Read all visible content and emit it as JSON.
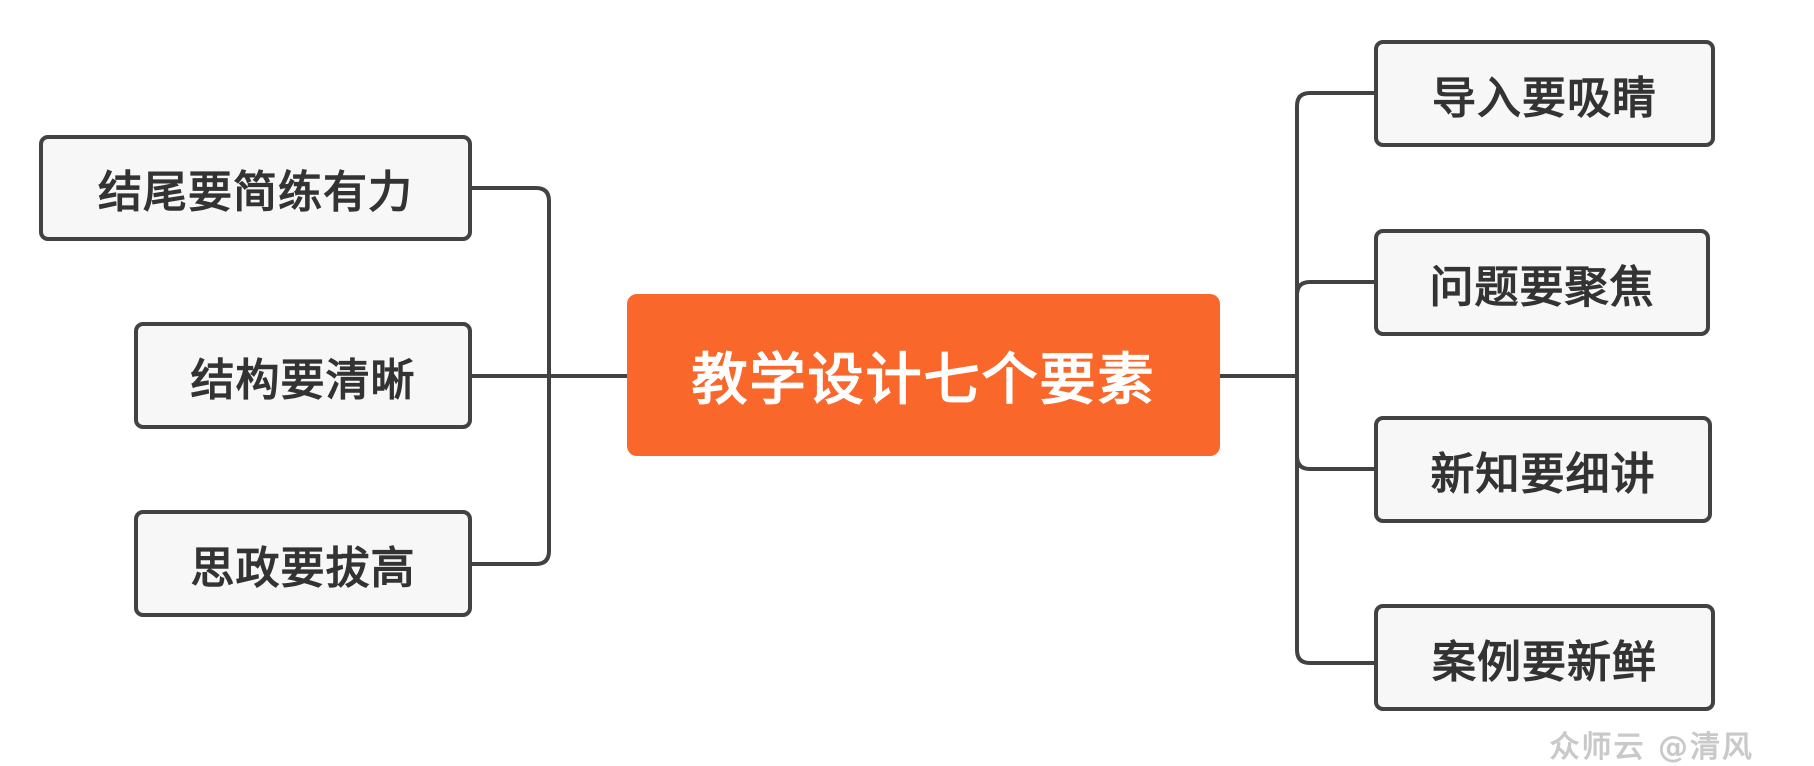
{
  "mindmap": {
    "root": {
      "label": "教学设计七个要素",
      "color": "#f9672a"
    },
    "left_branches": [
      {
        "label": "结尾要简练有力"
      },
      {
        "label": "结构要清晰"
      },
      {
        "label": "思政要拔高"
      }
    ],
    "right_branches": [
      {
        "label": "导入要吸睛"
      },
      {
        "label": "问题要聚焦"
      },
      {
        "label": "新知要细讲"
      },
      {
        "label": "案例要新鲜"
      }
    ],
    "line_color": "#424242"
  },
  "watermark": "众师云 @清风"
}
